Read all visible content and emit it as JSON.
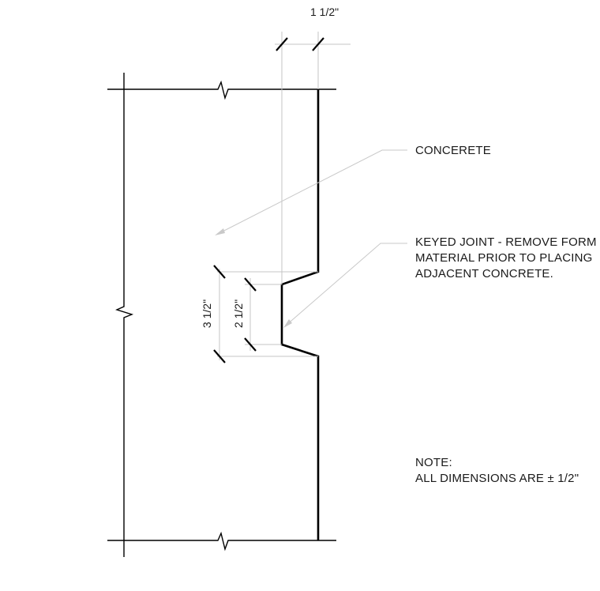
{
  "dimensions": {
    "top_width": "1 1/2\"",
    "outer_key": "3 1/2\"",
    "inner_key": "2 1/2\""
  },
  "callouts": {
    "concrete": "CONCERETE",
    "keyed_joint_lines": [
      "KEYED JOINT - REMOVE FORM",
      "MATERIAL PRIOR TO PLACING",
      "ADJACENT CONCRETE."
    ]
  },
  "note": {
    "heading": "NOTE:",
    "text": "ALL DIMENSIONS ARE ± 1/2\""
  },
  "colors": {
    "line": "#000000",
    "extension_line": "#c4c4c4",
    "leader": "#c9c9c9",
    "background": "#ffffff"
  }
}
